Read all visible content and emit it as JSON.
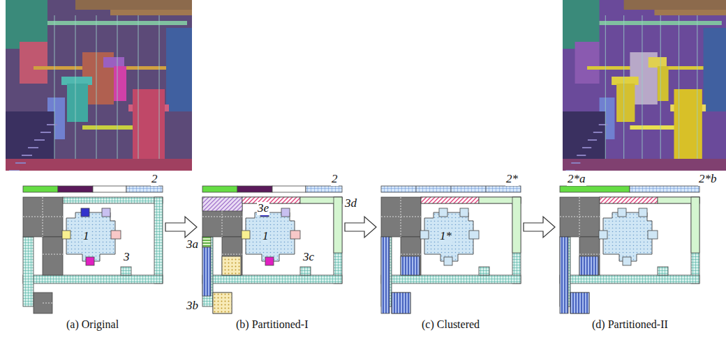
{
  "diagram": {
    "labels": [
      "2",
      "1",
      "3",
      "(a) Original",
      "2",
      "3e",
      "3d",
      "3a",
      "1",
      "3c",
      "3b",
      "(b) Partitioned-I",
      "2*",
      "1*",
      "(c) Clustered",
      "2*a",
      "2*b",
      "(d) Partitioned-II"
    ]
  }
}
